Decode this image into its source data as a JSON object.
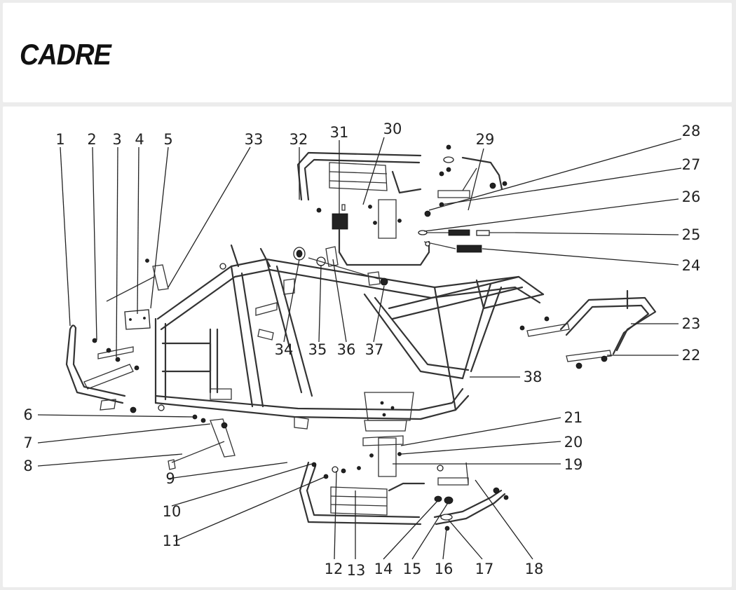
{
  "title": "CADRE",
  "callouts": [
    {
      "id": "c1",
      "text": "1"
    },
    {
      "id": "c2",
      "text": "2"
    },
    {
      "id": "c3",
      "text": "3"
    },
    {
      "id": "c4",
      "text": "4"
    },
    {
      "id": "c5",
      "text": "5"
    },
    {
      "id": "c33",
      "text": "33"
    },
    {
      "id": "c32",
      "text": "32"
    },
    {
      "id": "c31",
      "text": "31"
    },
    {
      "id": "c30",
      "text": "30"
    },
    {
      "id": "c29",
      "text": "29"
    },
    {
      "id": "c28",
      "text": "28"
    },
    {
      "id": "c27",
      "text": "27"
    },
    {
      "id": "c26",
      "text": "26"
    },
    {
      "id": "c25",
      "text": "25"
    },
    {
      "id": "c24",
      "text": "24"
    },
    {
      "id": "c23",
      "text": "23"
    },
    {
      "id": "c22",
      "text": "22"
    },
    {
      "id": "c38",
      "text": "38"
    },
    {
      "id": "c34",
      "text": "34"
    },
    {
      "id": "c35",
      "text": "35"
    },
    {
      "id": "c36",
      "text": "36"
    },
    {
      "id": "c37",
      "text": "37"
    },
    {
      "id": "c21",
      "text": "21"
    },
    {
      "id": "c20",
      "text": "20"
    },
    {
      "id": "c19",
      "text": "19"
    },
    {
      "id": "c6",
      "text": "6"
    },
    {
      "id": "c7",
      "text": "7"
    },
    {
      "id": "c8",
      "text": "8"
    },
    {
      "id": "c9",
      "text": "9"
    },
    {
      "id": "c10",
      "text": "10"
    },
    {
      "id": "c11",
      "text": "11"
    },
    {
      "id": "c12",
      "text": "12"
    },
    {
      "id": "c13",
      "text": "13"
    },
    {
      "id": "c14",
      "text": "14"
    },
    {
      "id": "c15",
      "text": "15"
    },
    {
      "id": "c16",
      "text": "16"
    },
    {
      "id": "c17",
      "text": "17"
    },
    {
      "id": "c18",
      "text": "18"
    }
  ]
}
